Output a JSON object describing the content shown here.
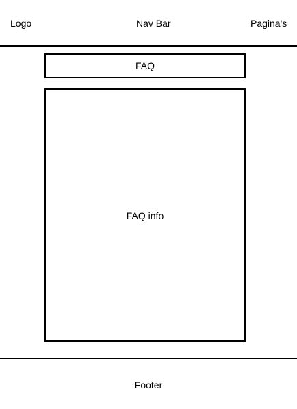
{
  "header": {
    "logo_label": "Logo",
    "nav_label": "Nav Bar",
    "pages_label": "Pagina's"
  },
  "main": {
    "faq_title": "FAQ",
    "faq_info": "FAQ info"
  },
  "footer": {
    "label": "Footer"
  }
}
